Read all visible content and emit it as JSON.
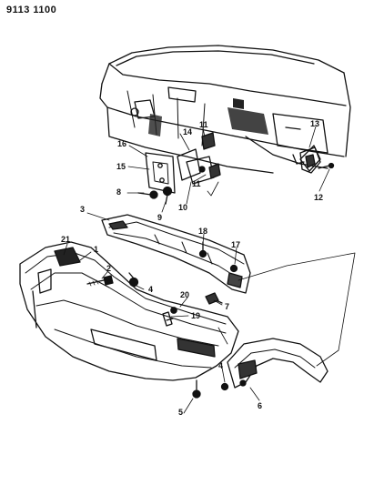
{
  "diagram": {
    "header": "9113 1100",
    "callouts": [
      "1",
      "2",
      "3",
      "4",
      "4",
      "5",
      "6",
      "7",
      "8",
      "9",
      "10",
      "11",
      "11",
      "12",
      "13",
      "14",
      "15",
      "16",
      "17",
      "18",
      "19",
      "20",
      "21"
    ]
  }
}
